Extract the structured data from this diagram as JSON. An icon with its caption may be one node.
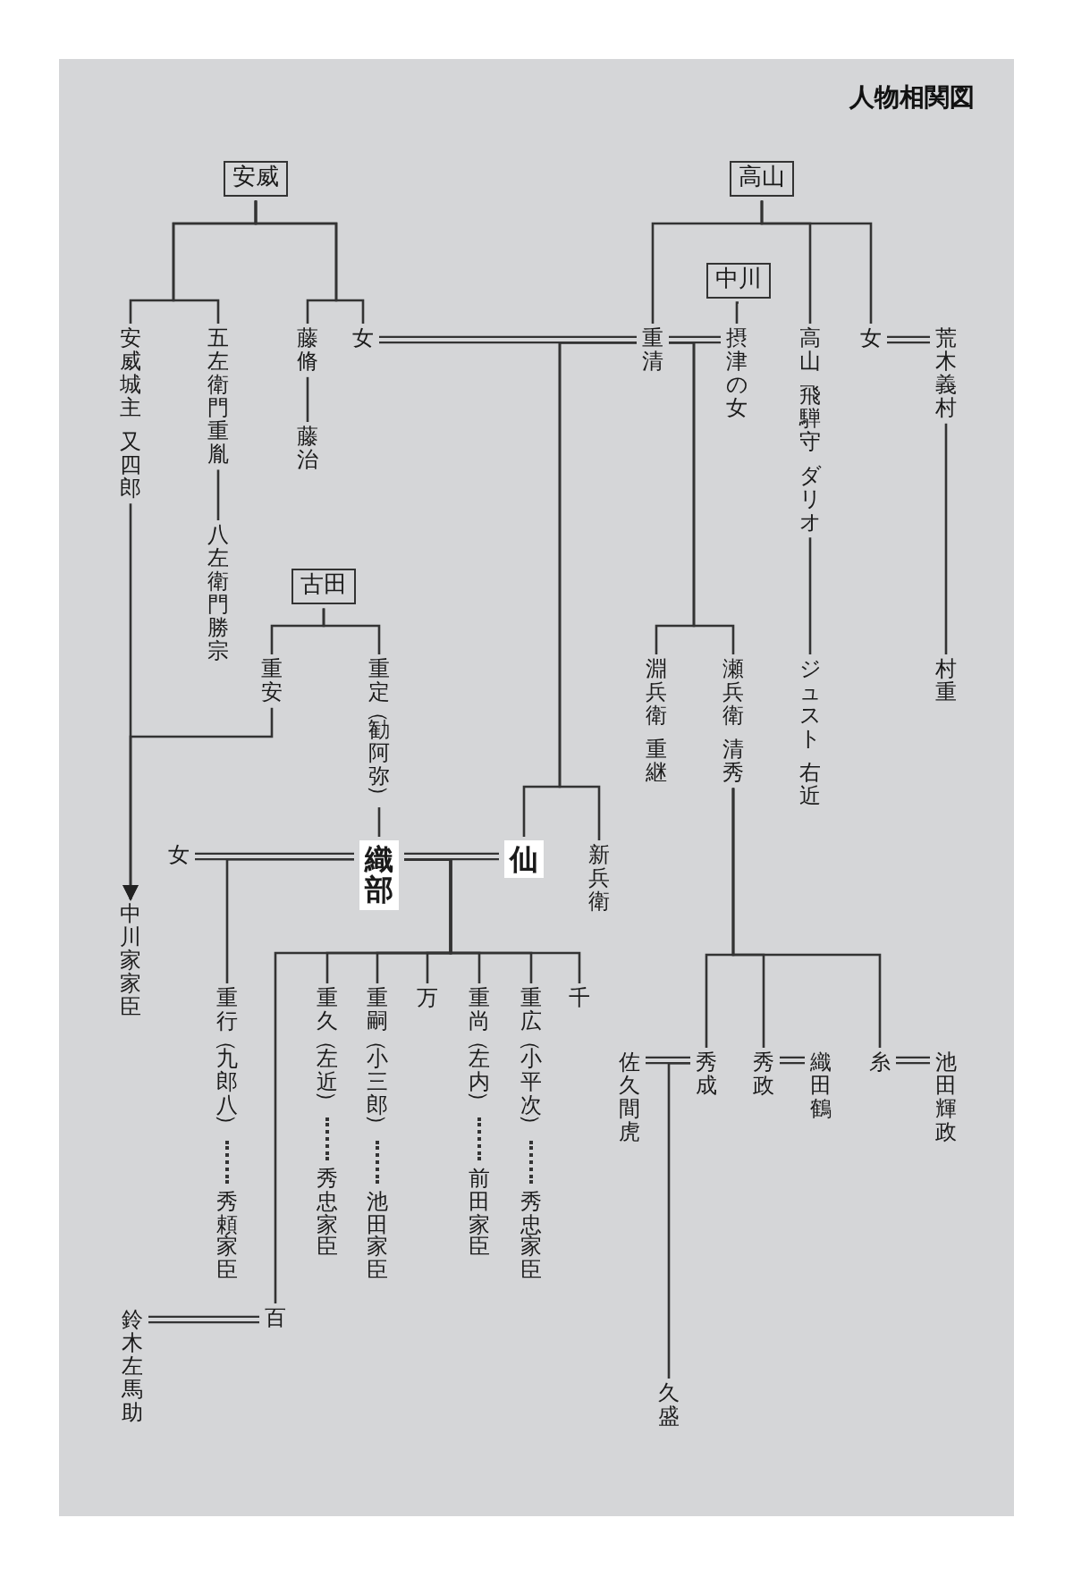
{
  "diagram": {
    "title": "人物相関図",
    "nodes": [
      {
        "text": [
          "安威"
        ]
      },
      {
        "text": [
          "高山"
        ]
      },
      {
        "text": [
          "中川"
        ]
      },
      {
        "text": [
          "古田"
        ]
      },
      {
        "text": [
          "安威城主",
          "又四郎"
        ]
      },
      {
        "text": [
          "五左衛門重胤"
        ]
      },
      {
        "text": [
          "八左衛門勝宗"
        ]
      },
      {
        "text": [
          "藤脩"
        ]
      },
      {
        "text": [
          "藤治"
        ]
      },
      {
        "text": [
          "女"
        ]
      },
      {
        "text": [
          "重清"
        ]
      },
      {
        "text": [
          "摂津の女"
        ]
      },
      {
        "text": [
          "高山",
          "飛騨守",
          "ダリオ"
        ]
      },
      {
        "text": [
          "女"
        ]
      },
      {
        "text": [
          "荒木義村"
        ]
      },
      {
        "text": [
          "ジュスト",
          "右近"
        ]
      },
      {
        "text": [
          "村重"
        ]
      },
      {
        "text": [
          "淵兵衛",
          "重継"
        ]
      },
      {
        "text": [
          "瀬兵衛",
          "清秀"
        ]
      },
      {
        "text": [
          "重安"
        ]
      },
      {
        "text": [
          "重定（勧阿弥）"
        ]
      },
      {
        "text": [
          "女"
        ]
      },
      {
        "text": [
          "織部"
        ]
      },
      {
        "text": [
          "仙"
        ]
      },
      {
        "text": [
          "新兵衛"
        ]
      },
      {
        "text": [
          "中川家家臣"
        ]
      },
      {
        "text": [
          "重行（九郎八）",
          "秀頼家臣"
        ]
      },
      {
        "text": [
          "重久（左近）",
          "秀忠家臣"
        ]
      },
      {
        "text": [
          "重嗣（小三郎）",
          "池田家臣"
        ]
      },
      {
        "text": [
          "万"
        ]
      },
      {
        "text": [
          "重尚（左内）",
          "前田家臣"
        ]
      },
      {
        "text": [
          "重広（小平次）",
          "秀忠家臣"
        ]
      },
      {
        "text": [
          "千"
        ]
      },
      {
        "text": [
          "百"
        ]
      },
      {
        "text": [
          "鈴木左馬助"
        ]
      },
      {
        "text": [
          "佐久間虎"
        ]
      },
      {
        "text": [
          "秀成"
        ]
      },
      {
        "text": [
          "秀政"
        ]
      },
      {
        "text": [
          "織田鶴"
        ]
      },
      {
        "text": [
          "糸"
        ]
      },
      {
        "text": [
          "池田輝政"
        ]
      },
      {
        "text": [
          "久盛"
        ]
      }
    ],
    "edges": [
      {
        "from": 0,
        "to": 4,
        "arrow": "none"
      },
      {
        "from": 0,
        "to": 5,
        "arrow": "none"
      },
      {
        "from": 0,
        "to": 7,
        "arrow": "none"
      },
      {
        "from": 0,
        "to": 9,
        "arrow": "none"
      },
      {
        "from": 5,
        "to": 6,
        "arrow": "none"
      },
      {
        "from": 7,
        "to": 8,
        "arrow": "none"
      },
      {
        "from": 4,
        "to": 25,
        "arrow": "to"
      },
      {
        "from": 19,
        "to": 25,
        "arrow": "to"
      },
      {
        "from": 1,
        "to": 10,
        "arrow": "none"
      },
      {
        "from": 1,
        "to": 12,
        "arrow": "none"
      },
      {
        "from": 1,
        "to": 13,
        "arrow": "none"
      },
      {
        "from": 2,
        "to": 11,
        "arrow": "none"
      },
      {
        "from": 12,
        "to": 15,
        "arrow": "none"
      },
      {
        "from": 14,
        "to": 16,
        "arrow": "none"
      },
      {
        "from": 9,
        "to": 10,
        "arrow": "none"
      },
      {
        "from": 10,
        "to": 11,
        "arrow": "none"
      },
      {
        "from": 13,
        "to": 14,
        "arrow": "none"
      },
      {
        "from": 10,
        "to": 23,
        "arrow": "none"
      },
      {
        "from": 10,
        "to": 24,
        "arrow": "none"
      },
      {
        "from": 10,
        "to": 17,
        "arrow": "none"
      },
      {
        "from": 10,
        "to": 18,
        "arrow": "none"
      },
      {
        "from": 3,
        "to": 19,
        "arrow": "none"
      },
      {
        "from": 3,
        "to": 20,
        "arrow": "none"
      },
      {
        "from": 20,
        "to": 22,
        "arrow": "none"
      },
      {
        "from": 21,
        "to": 22,
        "arrow": "none"
      },
      {
        "from": 22,
        "to": 23,
        "arrow": "none"
      },
      {
        "from": 22,
        "to": 26,
        "arrow": "none"
      },
      {
        "from": 22,
        "to": 27,
        "arrow": "none"
      },
      {
        "from": 22,
        "to": 28,
        "arrow": "none"
      },
      {
        "from": 22,
        "to": 29,
        "arrow": "none"
      },
      {
        "from": 22,
        "to": 30,
        "arrow": "none"
      },
      {
        "from": 22,
        "to": 31,
        "arrow": "none"
      },
      {
        "from": 22,
        "to": 32,
        "arrow": "none"
      },
      {
        "from": 22,
        "to": 33,
        "arrow": "none"
      },
      {
        "from": 18,
        "to": 36,
        "arrow": "none"
      },
      {
        "from": 18,
        "to": 37,
        "arrow": "none"
      },
      {
        "from": 18,
        "to": 39,
        "arrow": "none"
      },
      {
        "from": 33,
        "to": 34,
        "arrow": "none"
      },
      {
        "from": 35,
        "to": 36,
        "arrow": "none"
      },
      {
        "from": 36,
        "to": 41,
        "arrow": "none"
      },
      {
        "from": 37,
        "to": 38,
        "arrow": "none"
      },
      {
        "from": 39,
        "to": 40,
        "arrow": "none"
      }
    ]
  }
}
